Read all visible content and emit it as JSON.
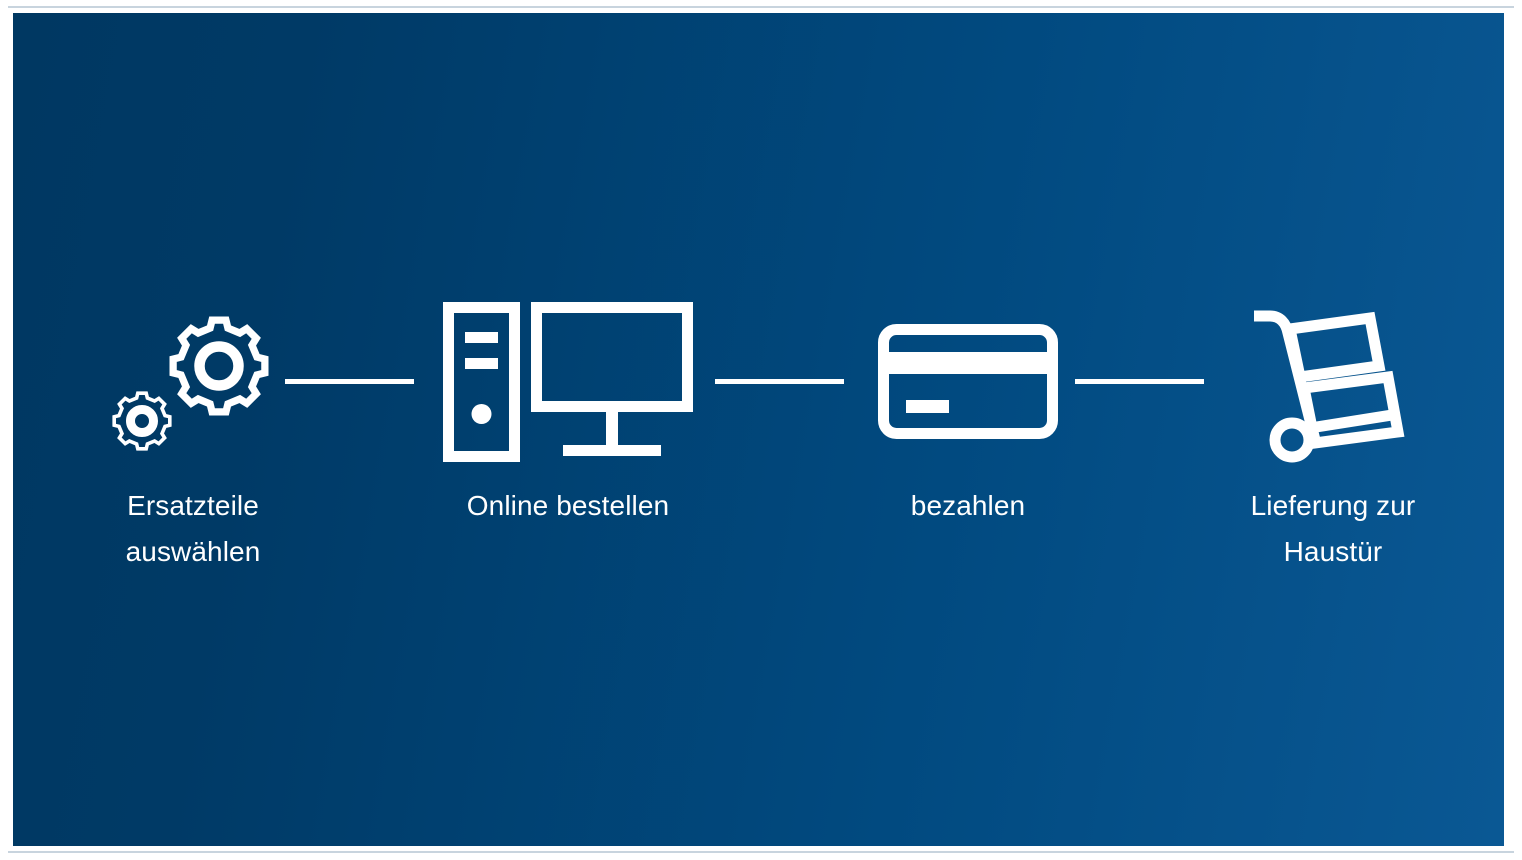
{
  "panel": {
    "background_start": "#003862",
    "background_end": "#0a5894",
    "accent_color": "#ffffff",
    "border_rule_color": "#c8d4de"
  },
  "process": {
    "steps": [
      {
        "index": "1",
        "icon": "gears-icon",
        "label": "Ersatzteile\nauswählen"
      },
      {
        "index": "2",
        "icon": "desktop-computer-icon",
        "label": "Online bestellen"
      },
      {
        "index": "3",
        "icon": "credit-card-icon",
        "label": "bezahlen"
      },
      {
        "index": "4",
        "icon": "hand-truck-delivery-icon",
        "label": "Lieferung zur\nHaustür"
      }
    ],
    "connectors": [
      {
        "from": "1",
        "to": "2"
      },
      {
        "from": "2",
        "to": "3"
      },
      {
        "from": "3",
        "to": "4"
      }
    ]
  }
}
